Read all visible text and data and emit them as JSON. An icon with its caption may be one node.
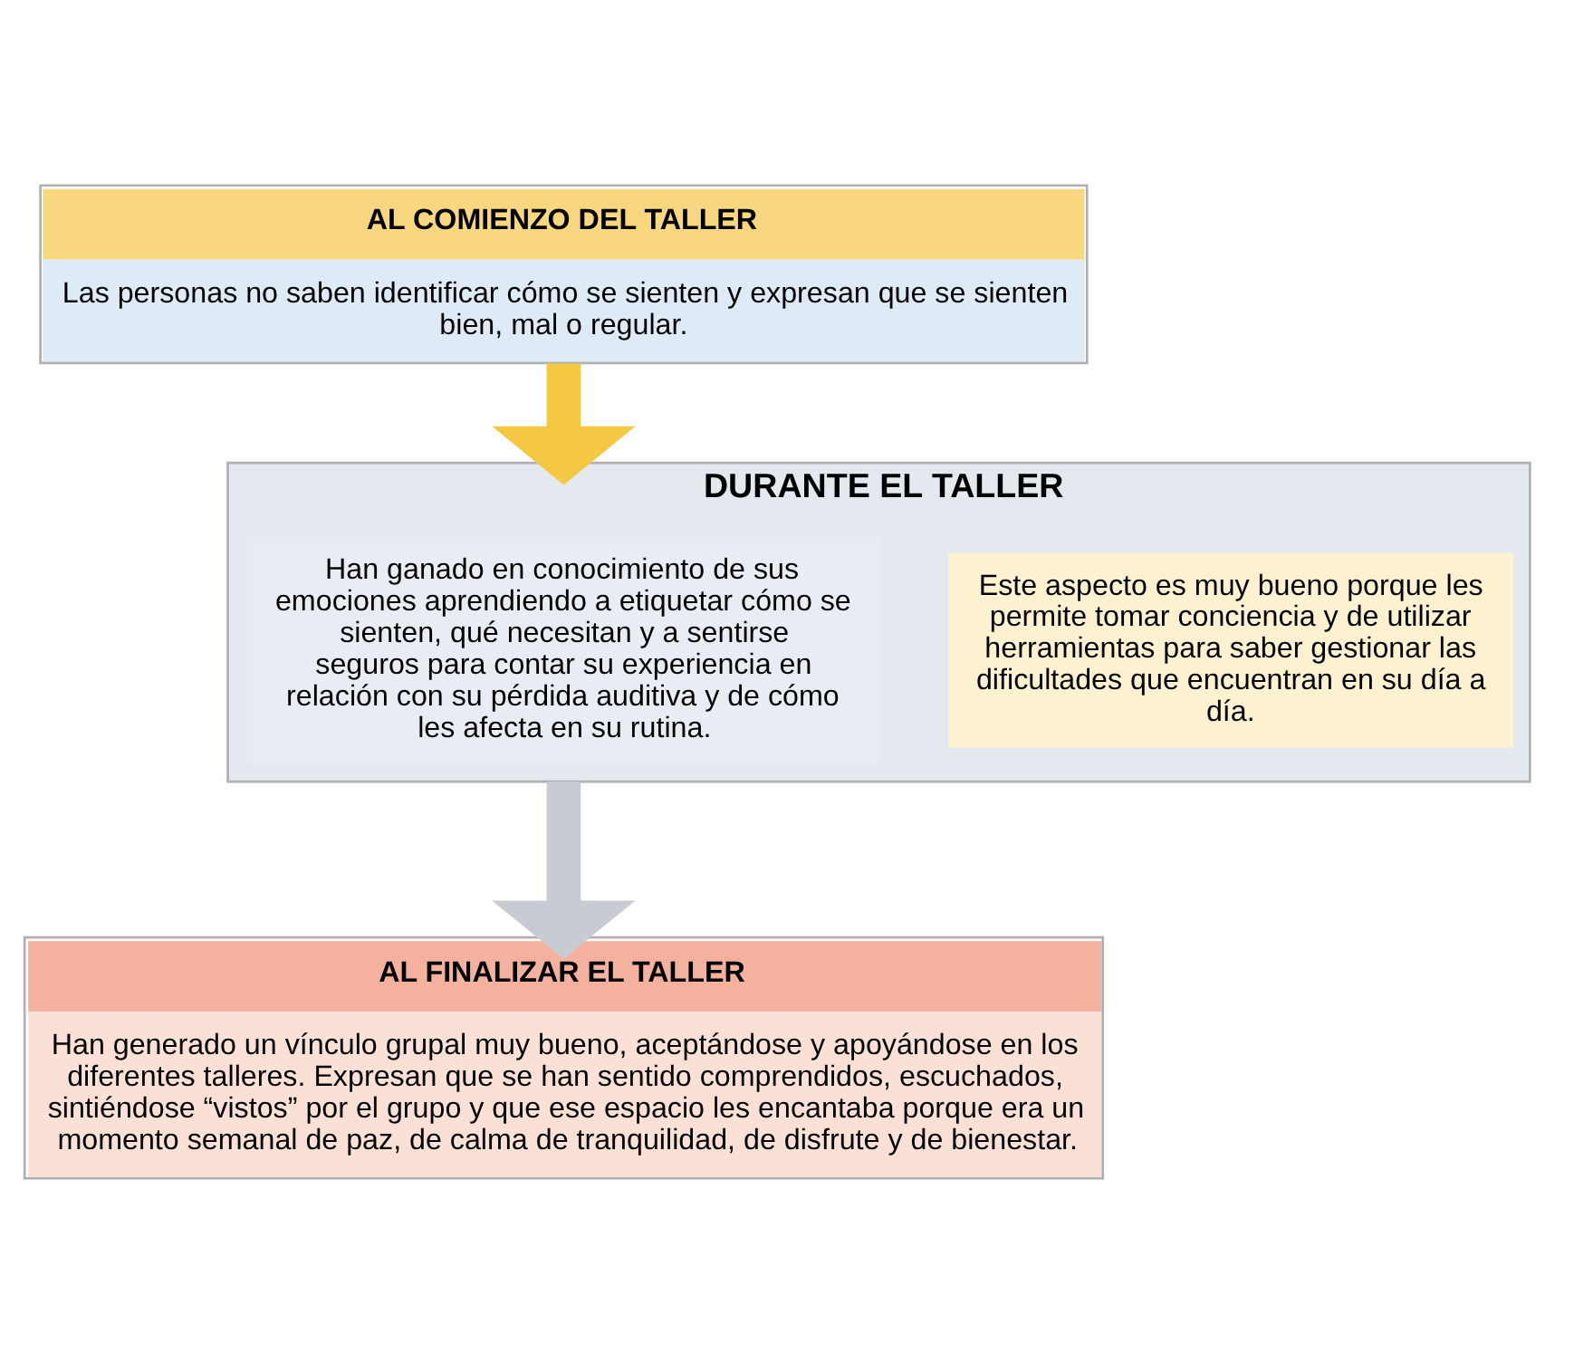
{
  "diagram": {
    "nodes": [
      {
        "text": [
          "AL COMIENZO DEL TALLER",
          "Las personas no saben identificar cómo se sienten y expresan que se sienten bien, mal o regular."
        ]
      },
      {
        "text": [
          "DURANTE EL TALLER"
        ]
      },
      {
        "text": [
          "Han ganado en conocimiento de sus emociones aprendiendo a etiquetar cómo se sienten, qué necesitan y a sentirse seguros para contar su experiencia en relación con su pérdida auditiva y de cómo les afecta en su rutina."
        ],
        "in": 1
      },
      {
        "text": [
          "Este aspecto es muy bueno porque les permite tomar conciencia y de utilizar herramientas para saber gestionar las dificultades que encuentran en su día a día."
        ],
        "in": 1
      },
      {
        "text": [
          "AL FINALIZAR EL TALLER",
          "Han generado un vínculo grupal muy bueno, aceptándose y apoyándose en los diferentes talleres. Expresan que se han sentido comprendidos, escuchados, sintiéndose “vistos” por el grupo y que ese espacio les encantaba porque era un momento semanal de paz, de calma de tranquilidad, de disfrute y de bienestar."
        ]
      }
    ],
    "edges": [
      {
        "from": 0,
        "to": 1,
        "arrow": "to",
        "color": "#f5c842"
      },
      {
        "from": 1,
        "to": 4,
        "arrow": "to",
        "color": "#c8ccd2"
      }
    ]
  }
}
